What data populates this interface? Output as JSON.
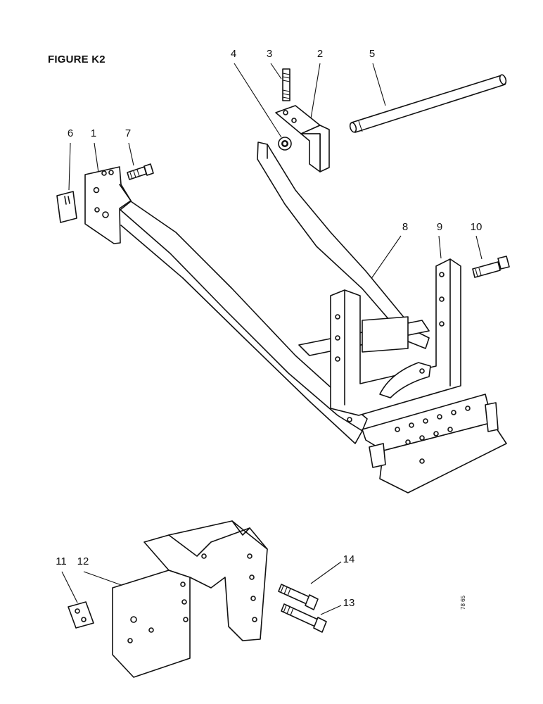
{
  "figure": {
    "title": "FIGURE K2",
    "code": "78 65"
  },
  "callouts": [
    "1",
    "2",
    "3",
    "4",
    "5",
    "6",
    "7",
    "8",
    "9",
    "10",
    "11",
    "12",
    "13",
    "14"
  ]
}
